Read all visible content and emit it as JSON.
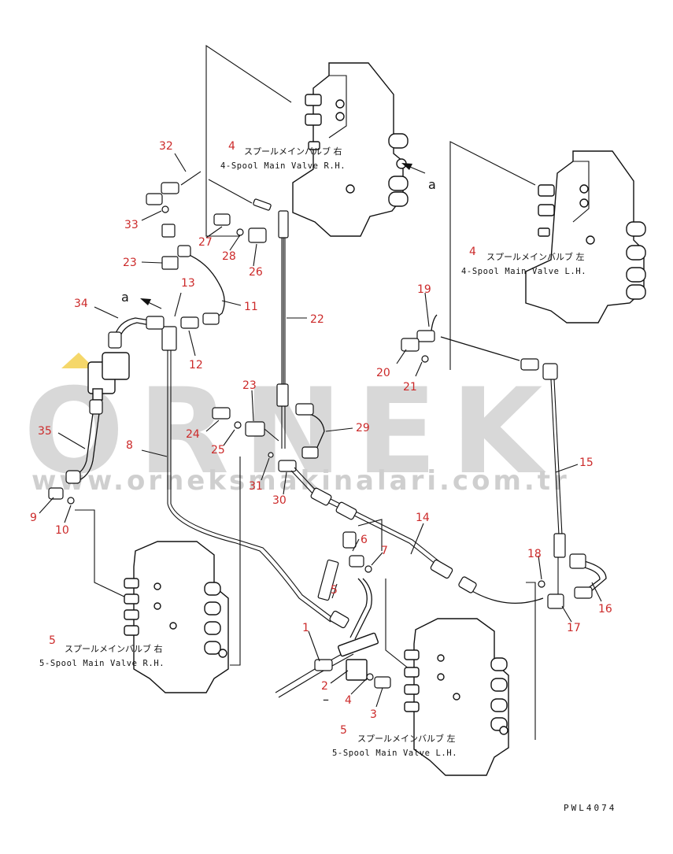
{
  "watermark": {
    "text": "ORNEK",
    "url": "www.orneksmakinalari.com.tr"
  },
  "figure_code": "PWL4074",
  "view_marker": "a",
  "valves": [
    {
      "id": "v4r",
      "number": "4",
      "jp": "スプールメインバルブ 右",
      "en": "4-Spool Main Valve R.H."
    },
    {
      "id": "v4l",
      "number": "4",
      "jp": "スプールメインバルブ 左",
      "en": "4-Spool Main Valve L.H."
    },
    {
      "id": "v5r",
      "number": "5",
      "jp": "スプールメインバルブ 右",
      "en": "5-Spool Main Valve R.H."
    },
    {
      "id": "v5l",
      "number": "5",
      "jp": "スプールメインバルブ 左",
      "en": "5-Spool Main Valve L.H."
    }
  ],
  "callouts": {
    "c32": "32",
    "c33": "33",
    "c27": "27",
    "c28": "28",
    "c26": "26",
    "c23a": "23",
    "c13": "13",
    "c11": "11",
    "c34": "34",
    "c12": "12",
    "c22": "22",
    "c19": "19",
    "c20": "20",
    "c21": "21",
    "c23b": "23",
    "c24": "24",
    "c25": "25",
    "c29": "29",
    "c35": "35",
    "c8": "8",
    "c31": "31",
    "c30": "30",
    "c15": "15",
    "c9": "9",
    "c10": "10",
    "c14": "14",
    "c6": "6",
    "c7": "7",
    "c5": "5",
    "c18": "18",
    "c16": "16",
    "c17": "17",
    "c1": "1",
    "c2": "2",
    "c4": "4",
    "c3": "3"
  },
  "misc": {
    "dash": "–"
  }
}
